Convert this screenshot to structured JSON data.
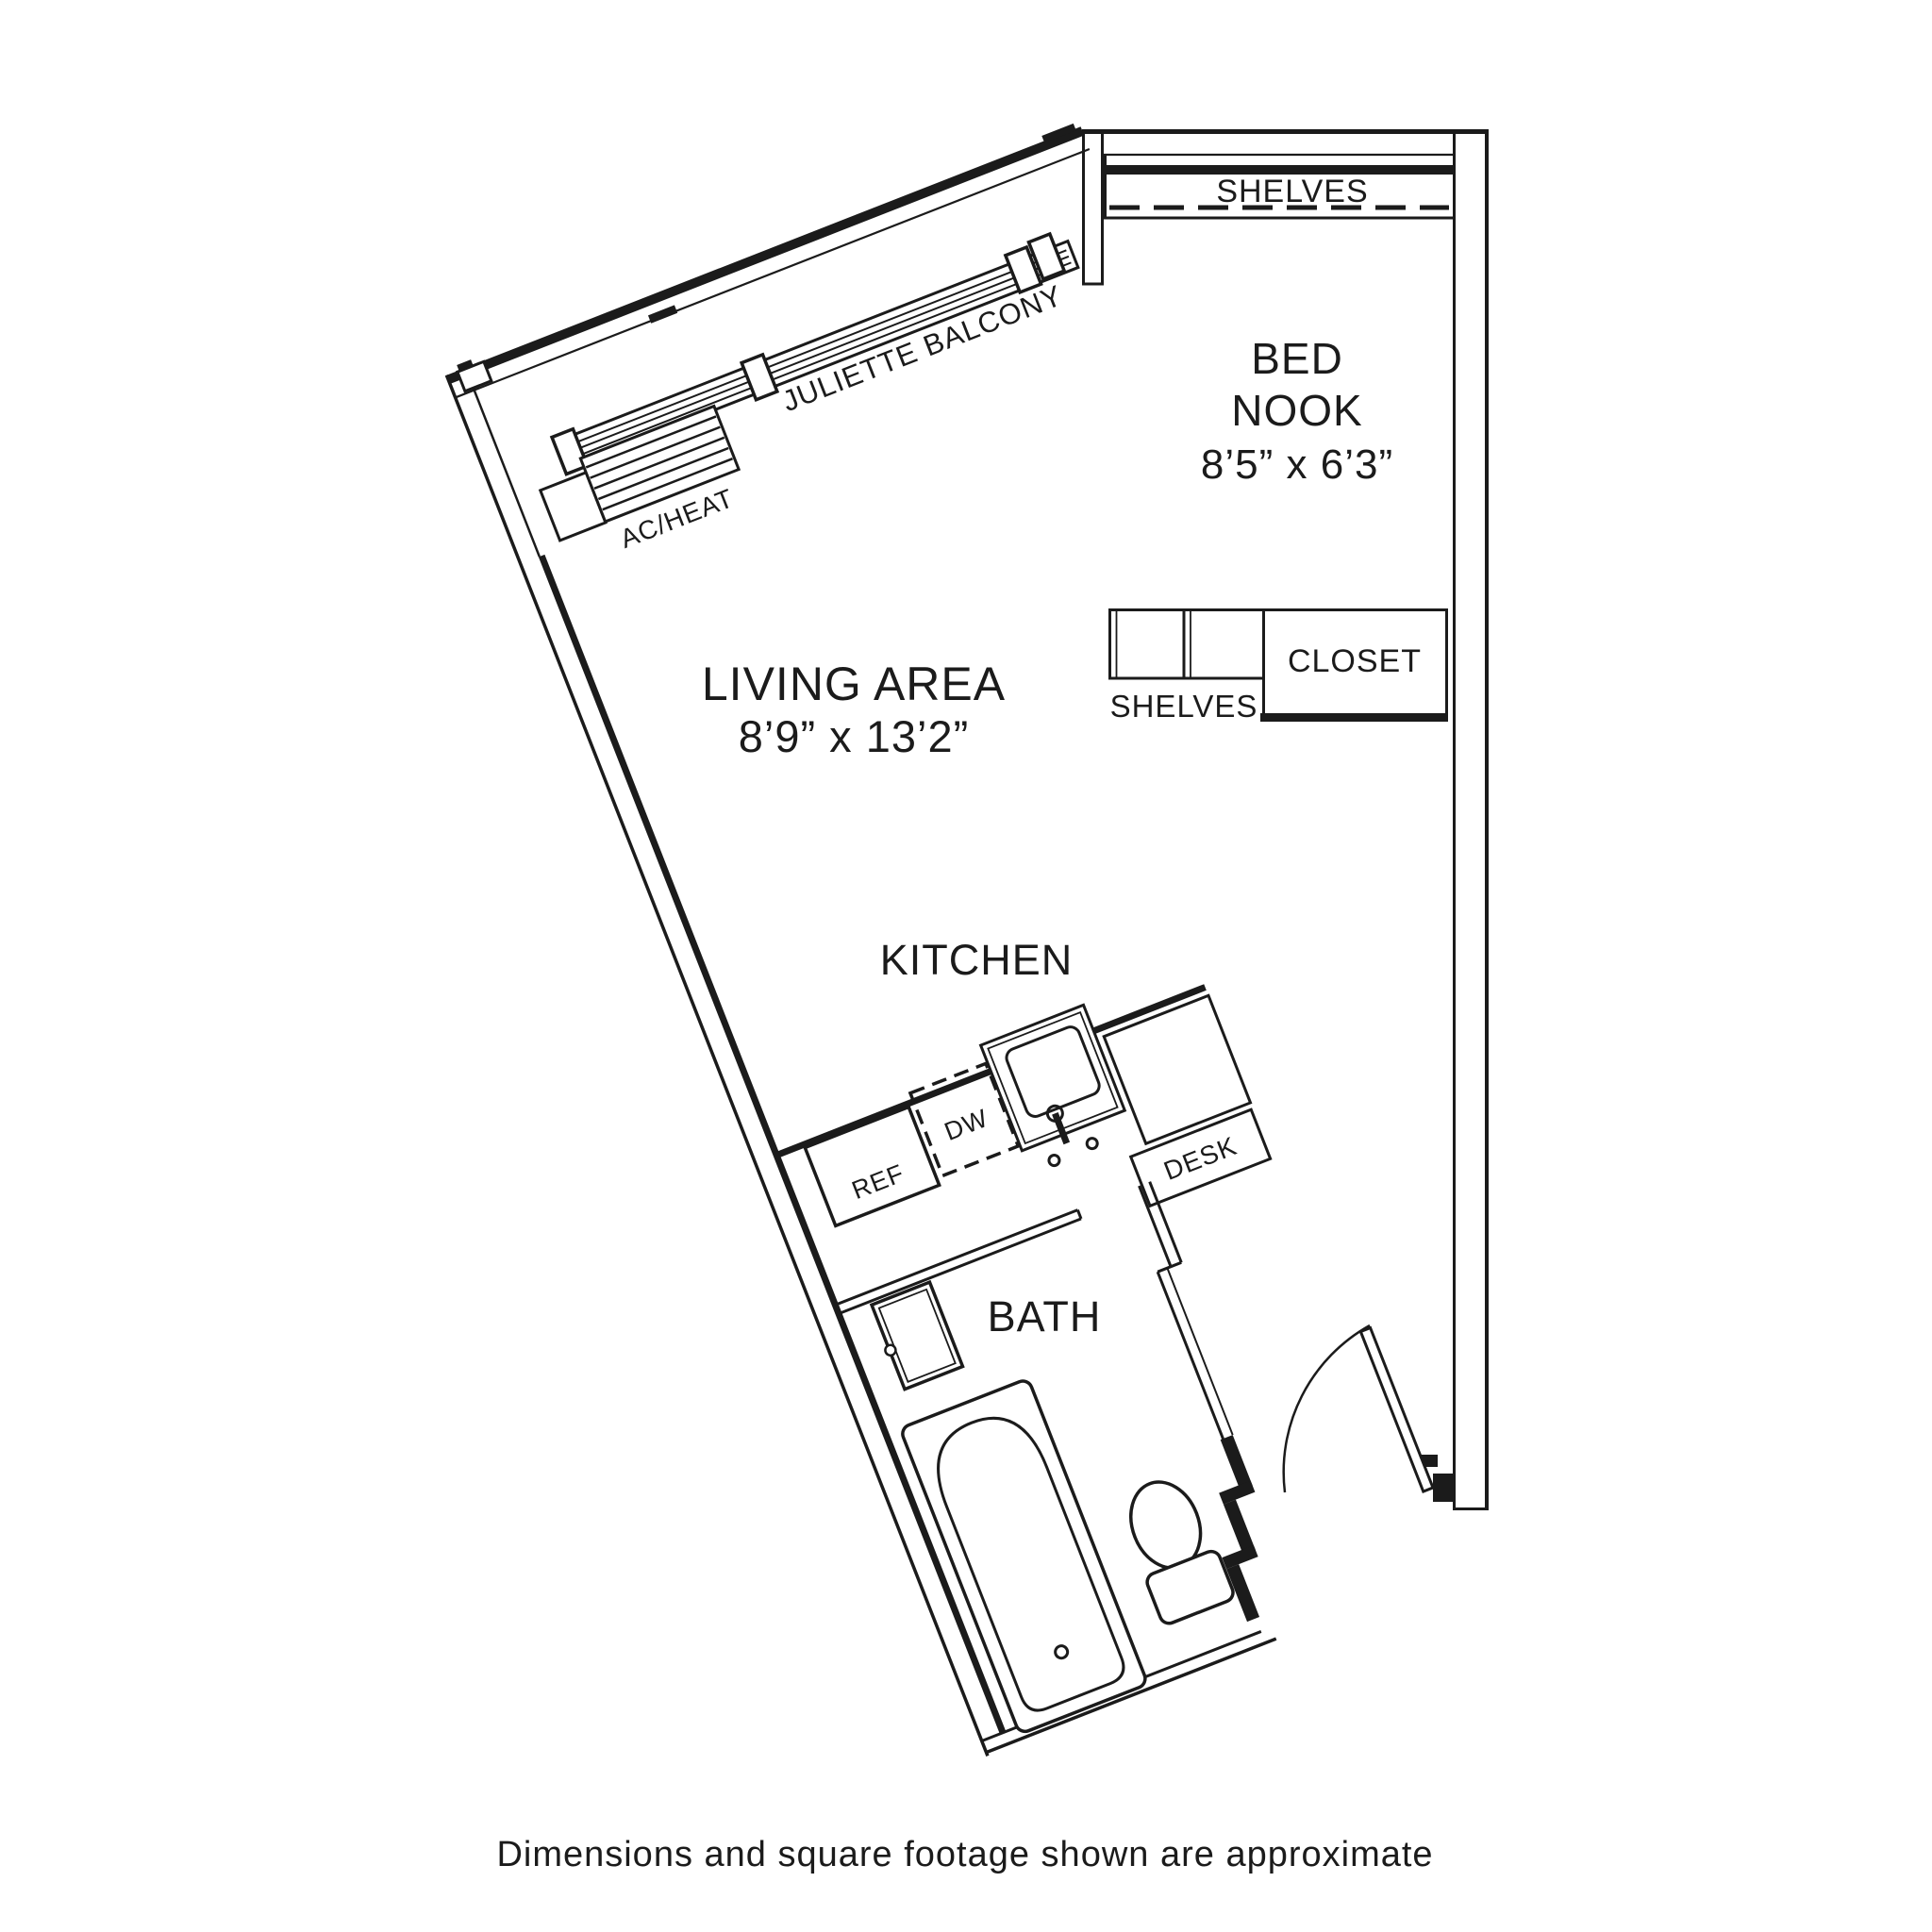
{
  "document": {
    "type": "apartment floor plan",
    "footer_note": "Dimensions and square footage shown are approximate"
  },
  "colors": {
    "line": "#1b1b1b",
    "background": "#ffffff"
  },
  "rooms": {
    "bed_nook": {
      "label_line1": "BED",
      "label_line2": "NOOK",
      "dims": "8’5” x 6’3”"
    },
    "living_area": {
      "label": "LIVING AREA",
      "dims": "8’9” x 13’2”"
    },
    "kitchen": {
      "label": "KITCHEN"
    },
    "bath": {
      "label": "BATH"
    }
  },
  "features": {
    "shelves_top": "SHELVES",
    "shelves_mid": "SHELVES",
    "closet": "CLOSET",
    "juliette_balcony": "JULIETTE BALCONY",
    "ac_heat": "AC/HEAT",
    "refrigerator": "REF",
    "dishwasher": "DW",
    "desk": "DESK"
  }
}
